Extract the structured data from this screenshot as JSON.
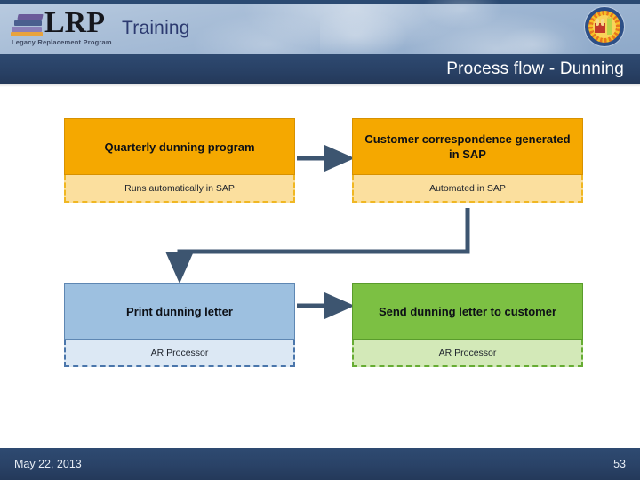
{
  "header": {
    "logo_wordmark": "LRP",
    "logo_tagline": "Legacy Replacement Program",
    "logo_icon": "stacked-books-icon",
    "app_section": "Training",
    "seal_icon": "agency-seal-icon"
  },
  "title_bar": {
    "title": "Process flow - Dunning"
  },
  "diagram": {
    "type": "process-flow",
    "nodes": [
      {
        "id": "quarterly-dunning-program",
        "title": "Quarterly dunning program",
        "subtitle": "Runs automatically in SAP",
        "theme": "orange",
        "color": "#f5a800",
        "subtitle_color": "#fbdf9e"
      },
      {
        "id": "customer-correspondence",
        "title": "Customer correspondence generated in SAP",
        "subtitle": "Automated in SAP",
        "theme": "orange",
        "color": "#f5a800",
        "subtitle_color": "#fbdf9e"
      },
      {
        "id": "print-dunning-letter",
        "title": "Print dunning letter",
        "subtitle": "AR Processor",
        "theme": "blue",
        "color": "#9dc0e0",
        "subtitle_color": "#dce8f4"
      },
      {
        "id": "send-dunning-letter",
        "title": "Send dunning letter to customer",
        "subtitle": "AR Processor",
        "theme": "green",
        "color": "#7cc043",
        "subtitle_color": "#d3e9b8"
      }
    ],
    "edges": [
      {
        "from": "quarterly-dunning-program",
        "to": "customer-correspondence"
      },
      {
        "from": "customer-correspondence",
        "to": "print-dunning-letter"
      },
      {
        "from": "print-dunning-letter",
        "to": "send-dunning-letter"
      }
    ],
    "connector_color": "#3d5570"
  },
  "footer": {
    "date": "May 22, 2013",
    "page_number": "53"
  },
  "colors": {
    "header_band": "#2a4368",
    "header_gradient_light": "#b9cbe0",
    "accent_orange": "#f5a800",
    "accent_blue": "#9dc0e0",
    "accent_green": "#7cc043",
    "connector": "#3d5570"
  }
}
